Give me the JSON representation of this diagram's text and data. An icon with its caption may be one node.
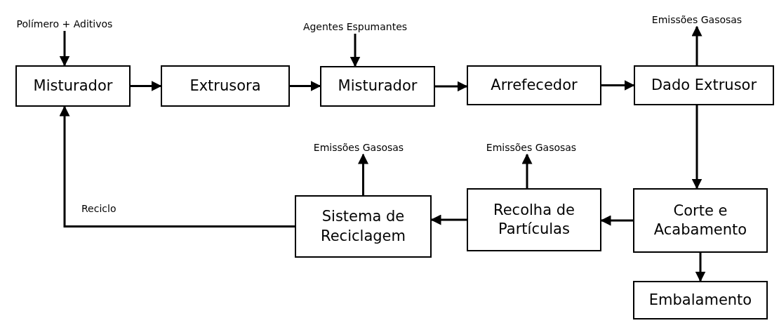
{
  "diagram": {
    "nodes": [
      {
        "text": [
          "Polímero + Aditivos"
        ]
      },
      {
        "text": [
          "Misturador"
        ]
      },
      {
        "text": [
          "Extrusora"
        ]
      },
      {
        "text": [
          "Agentes Espumantes"
        ]
      },
      {
        "text": [
          "Misturador"
        ]
      },
      {
        "text": [
          "Arrefecedor"
        ]
      },
      {
        "text": [
          "Emissões Gasosas"
        ]
      },
      {
        "text": [
          "Dado Extrusor"
        ]
      },
      {
        "text": [
          "Emissões Gasosas"
        ]
      },
      {
        "text": [
          "Emissões Gasosas"
        ]
      },
      {
        "text": [
          "Sistema de Reciclagem"
        ]
      },
      {
        "text": [
          "Recolha de Partículas"
        ]
      },
      {
        "text": [
          "Corte e Acabamento"
        ]
      },
      {
        "text": [
          "Embalamento"
        ]
      }
    ],
    "edges": [
      {
        "from": 0,
        "to": 1,
        "arrow": "to"
      },
      {
        "from": 1,
        "to": 2,
        "arrow": "to"
      },
      {
        "from": 2,
        "to": 4,
        "arrow": "to"
      },
      {
        "from": 3,
        "to": 4,
        "arrow": "to"
      },
      {
        "from": 4,
        "to": 5,
        "arrow": "to"
      },
      {
        "from": 5,
        "to": 7,
        "arrow": "to"
      },
      {
        "from": 7,
        "to": 6,
        "arrow": "to"
      },
      {
        "from": 7,
        "to": 12,
        "arrow": "to"
      },
      {
        "from": 12,
        "to": 11,
        "arrow": "to"
      },
      {
        "from": 11,
        "to": 9,
        "arrow": "to"
      },
      {
        "from": 11,
        "to": 10,
        "arrow": "to"
      },
      {
        "from": 10,
        "to": 8,
        "arrow": "to"
      },
      {
        "from": 10,
        "to": 1,
        "label": "Reciclo",
        "arrow": "to"
      },
      {
        "from": 12,
        "to": 13,
        "arrow": "to"
      }
    ]
  }
}
